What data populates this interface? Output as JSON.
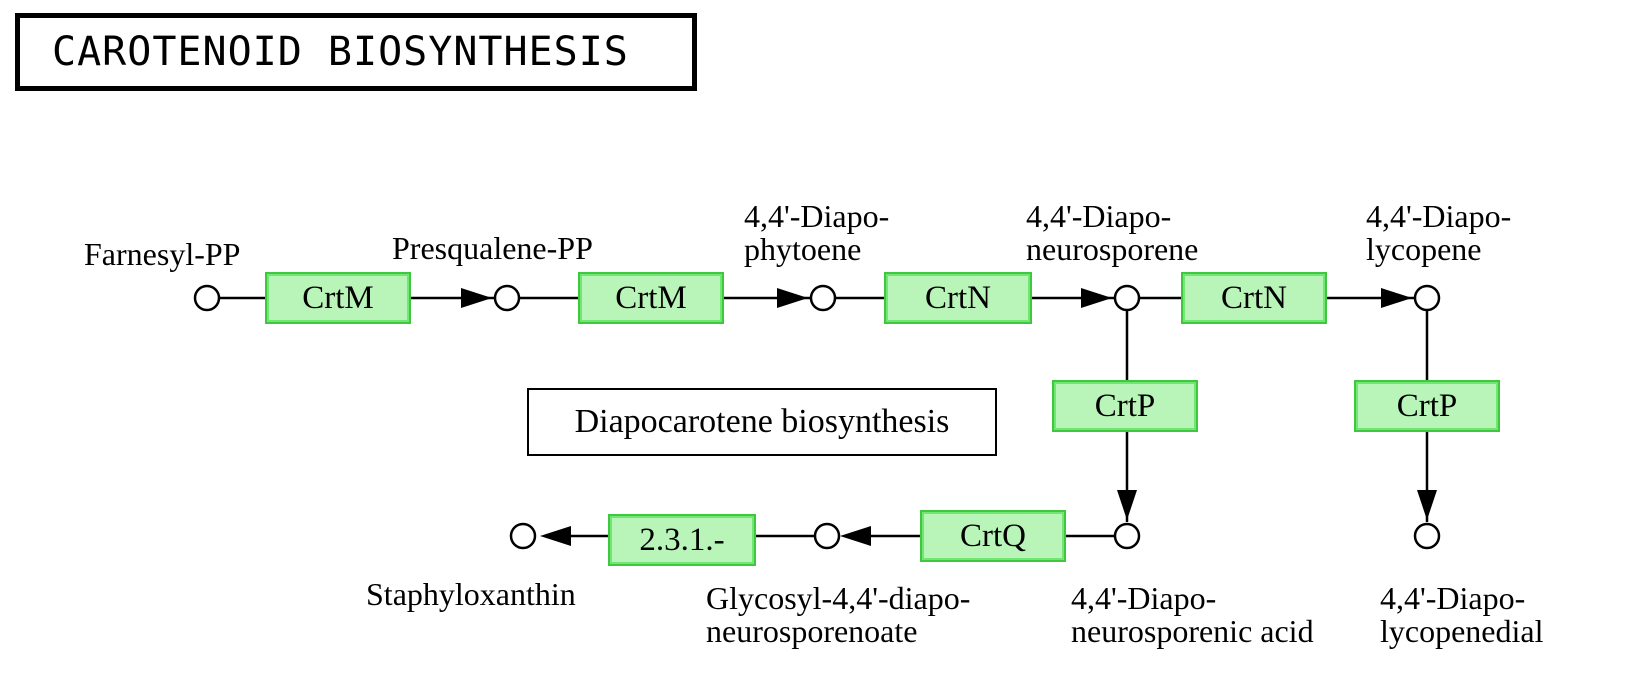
{
  "title": "CAROTENOID BIOSYNTHESIS",
  "map_link": "Diapocarotene biosynthesis",
  "compounds": [
    {
      "id": "farnesyl",
      "lines": [
        "Farnesyl-PP"
      ]
    },
    {
      "id": "presqualene",
      "lines": [
        "Presqualene-PP"
      ]
    },
    {
      "id": "phytoene",
      "lines": [
        "4,4'-Diapo-",
        "phytoene"
      ]
    },
    {
      "id": "neurosporene",
      "lines": [
        "4,4'-Diapo-",
        "neurosporene"
      ]
    },
    {
      "id": "lycopene",
      "lines": [
        "4,4'-Diapo-",
        "lycopene"
      ]
    },
    {
      "id": "neurosporenic",
      "lines": [
        "4,4'-Diapo-",
        "neurosporenic acid"
      ]
    },
    {
      "id": "lycopenedial",
      "lines": [
        "4,4'-Diapo-",
        "lycopenedial"
      ]
    },
    {
      "id": "glycosyl",
      "lines": [
        "Glycosyl-4,4'-diapo-",
        "neurosporenoate"
      ]
    },
    {
      "id": "staphyloxanthin",
      "lines": [
        "Staphyloxanthin"
      ]
    }
  ],
  "enzymes": [
    {
      "id": "crtm-1",
      "label": "CrtM"
    },
    {
      "id": "crtm-2",
      "label": "CrtM"
    },
    {
      "id": "crtn-1",
      "label": "CrtN"
    },
    {
      "id": "crtn-2",
      "label": "CrtN"
    },
    {
      "id": "crtp-1",
      "label": "CrtP"
    },
    {
      "id": "crtp-2",
      "label": "CrtP"
    },
    {
      "id": "crtq",
      "label": "CrtQ"
    },
    {
      "id": "ec-2-3-1",
      "label": "2.3.1.-"
    }
  ],
  "colors": {
    "enzyme_fill": "#b9f5b9",
    "enzyme_border": "#3fc83f",
    "line": "#000000"
  }
}
